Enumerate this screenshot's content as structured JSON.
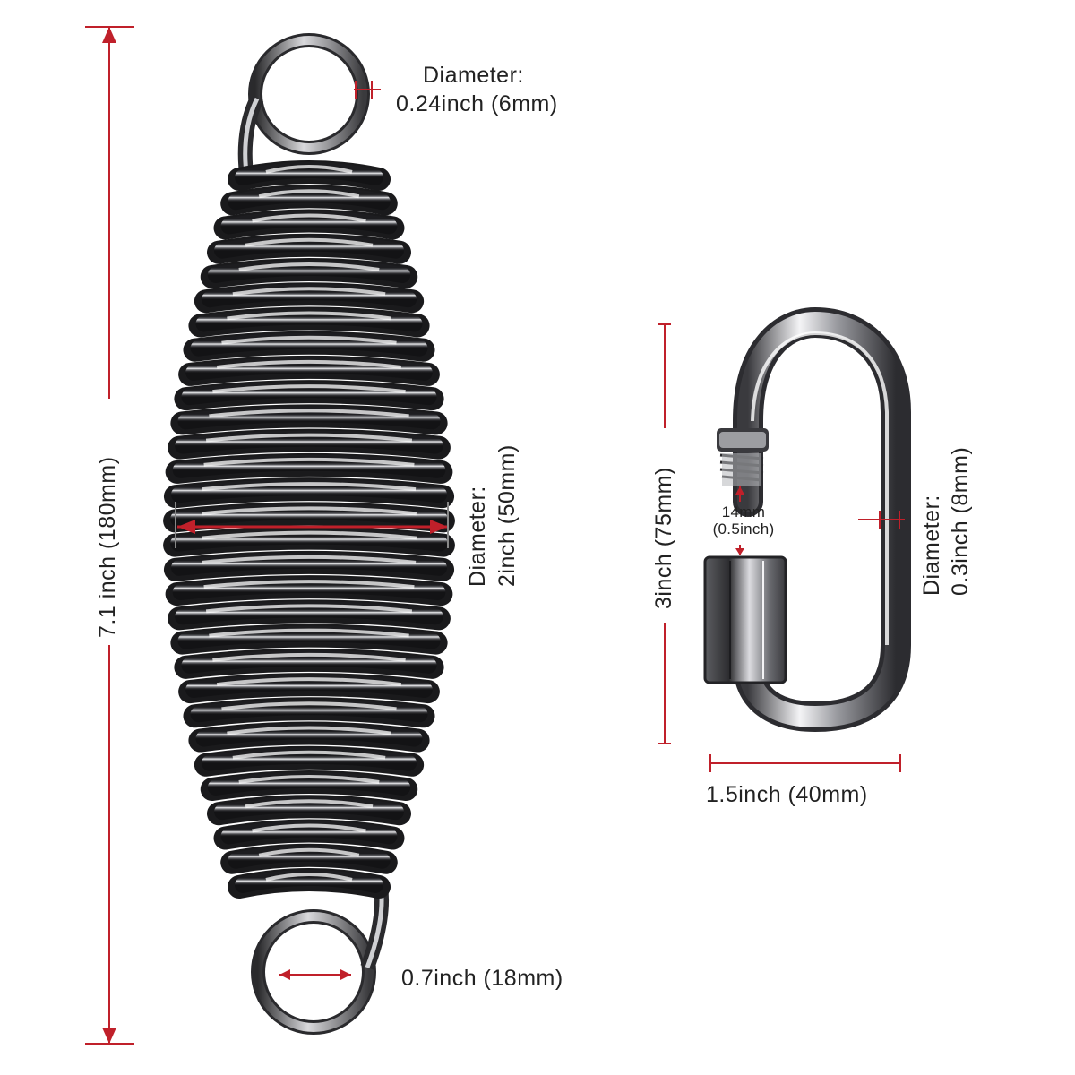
{
  "colors": {
    "dimension_line": "#c0202a",
    "text": "#222222",
    "metal_dark": "#2b2b2e",
    "metal_mid": "#6d6e72",
    "metal_light": "#e8e8ea",
    "background": "#ffffff"
  },
  "spring": {
    "total_length_label": "7.1 inch (180mm)",
    "wire_diameter_title": "Diameter:",
    "wire_diameter_value": "0.24inch (6mm)",
    "body_diameter_title": "Diameter:",
    "body_diameter_value": "2inch (50mm)",
    "eye_inner_diameter_label": "0.7inch (18mm)"
  },
  "quick_link": {
    "height_label": "3inch (75mm)",
    "gate_opening_mm": "14mm",
    "gate_opening_inch": "(0.5inch)",
    "wire_diameter_title": "Diameter:",
    "wire_diameter_value": "0.3inch (8mm)",
    "width_label": "1.5inch (40mm)"
  }
}
